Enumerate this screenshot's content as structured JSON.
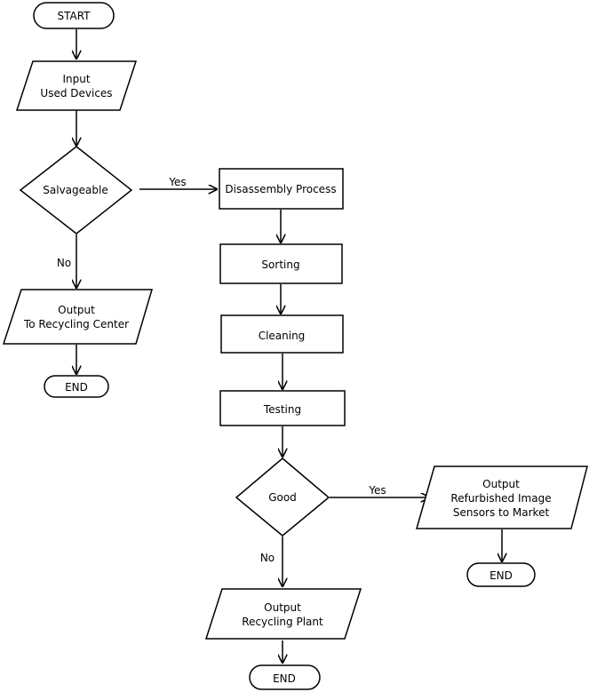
{
  "flowchart": {
    "start": "START",
    "input_line1": "Input",
    "input_line2": "Used Devices",
    "salvageable": "Salvageable",
    "yes_salvage": "Yes",
    "no_salvage": "No",
    "output_recycle_center_line1": "Output",
    "output_recycle_center_line2": "To Recycling Center",
    "end_left": "END",
    "disassembly": "Disassembly Process",
    "sorting": "Sorting",
    "cleaning": "Cleaning",
    "testing": "Testing",
    "good": "Good",
    "yes_good": "Yes",
    "no_good": "No",
    "output_market_line1": "Output",
    "output_market_line2": "Refurbished Image",
    "output_market_line3": "Sensors to Market",
    "end_right": "END",
    "output_plant_line1": "Output",
    "output_plant_line2": "Recycling Plant",
    "end_bottom": "END"
  }
}
